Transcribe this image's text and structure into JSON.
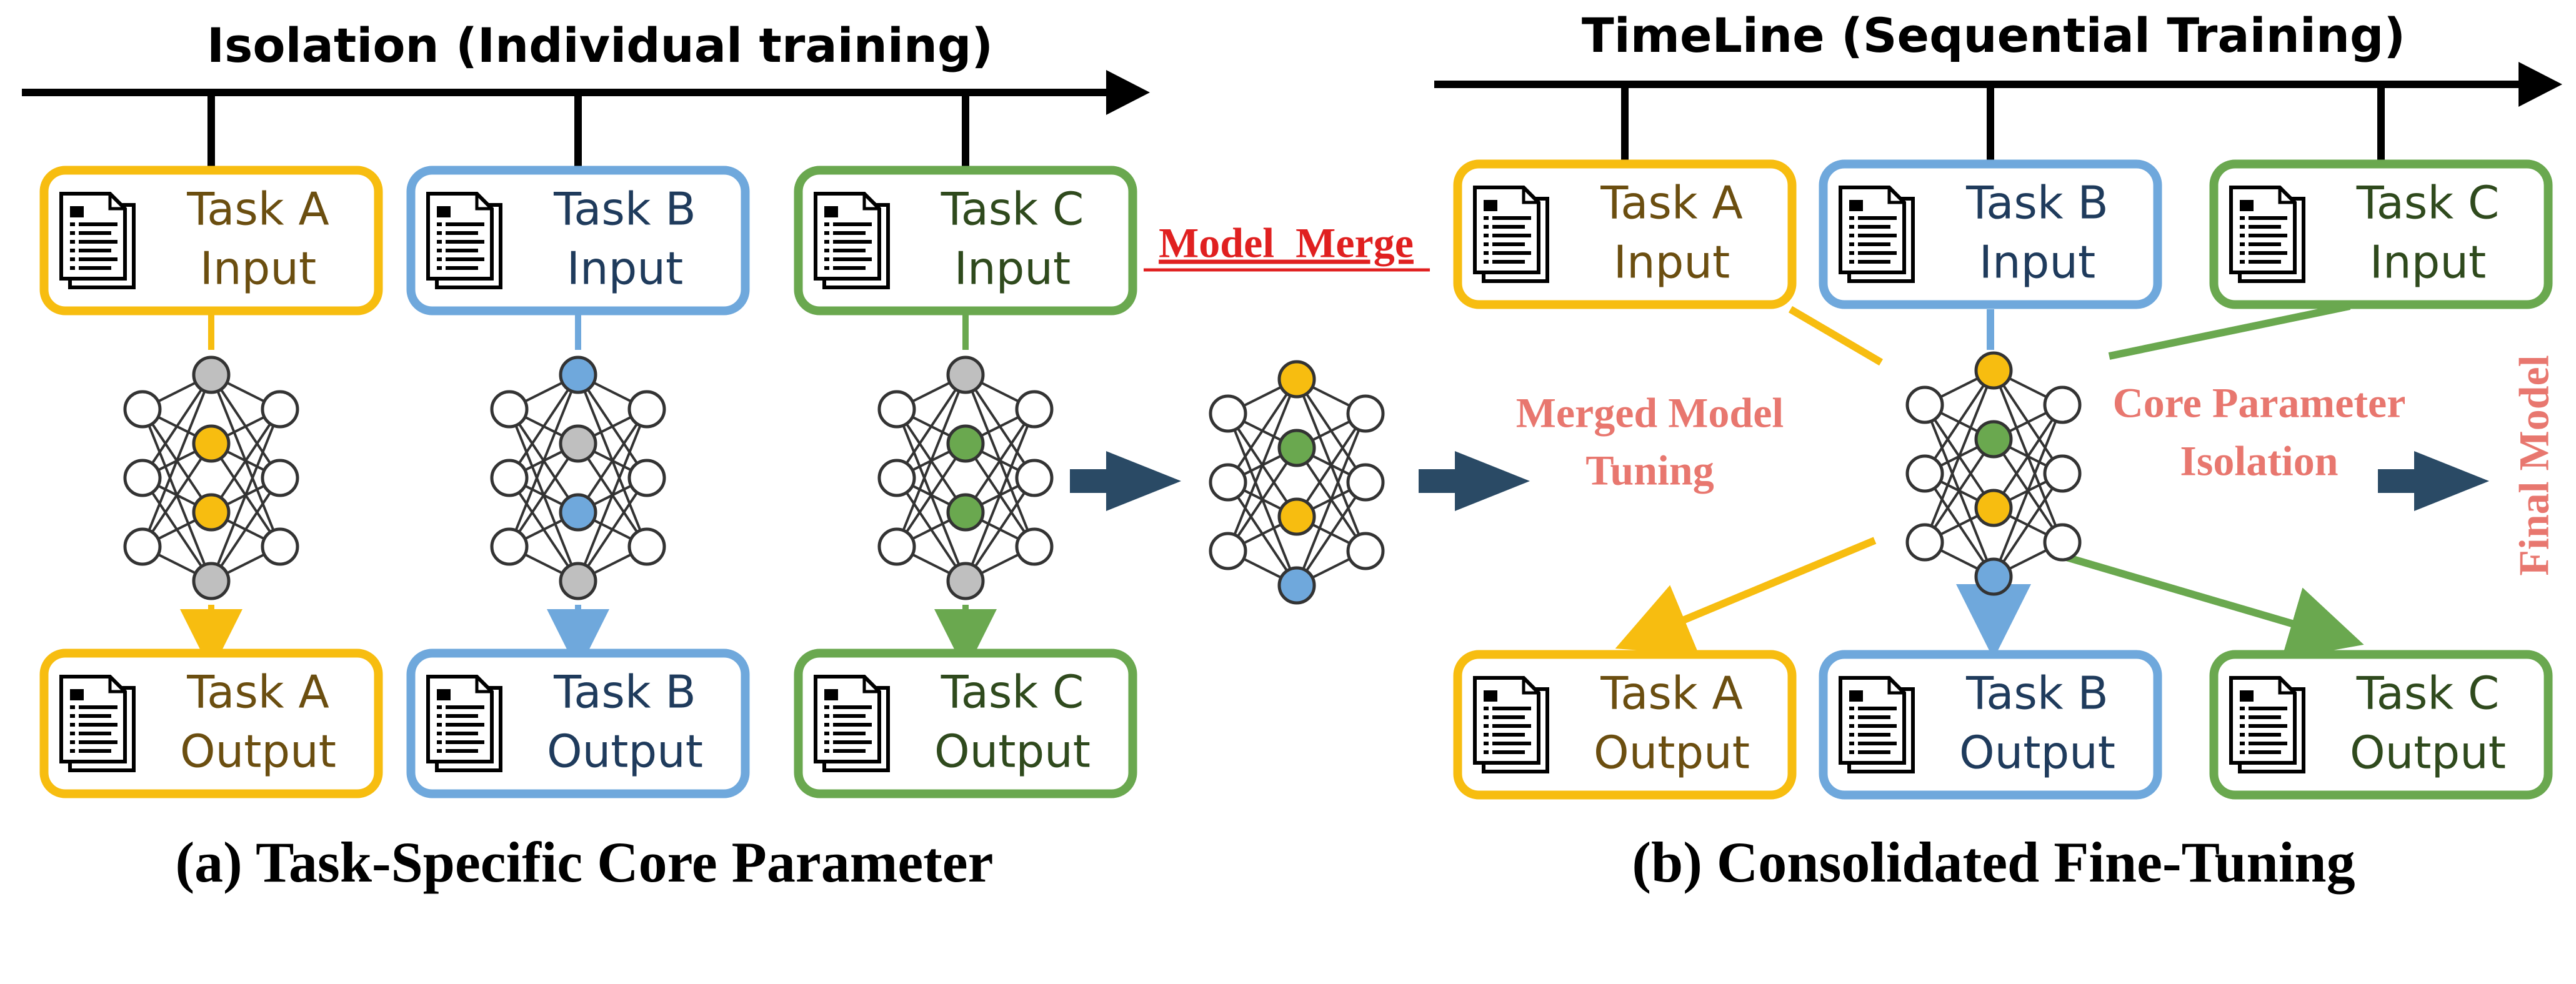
{
  "colors": {
    "yellow": "#f7bd10",
    "blue": "#6fa8dc",
    "green": "#6aa84f",
    "gray": "#bfbfbf",
    "navy": "#2a4a65",
    "yellow_text": "#6b4e10",
    "blue_text": "#1f3b5c",
    "green_text": "#2f4a1d",
    "salmon": "#e8776f",
    "red": "#e02020",
    "black": "#000000"
  },
  "left": {
    "timeline_title": "Isolation (Individual training)",
    "caption": "(a) Task-Specific Core Parameter",
    "tasks": [
      {
        "input_line1": "Task A",
        "input_line2": "Input",
        "output_line1": "Task A",
        "output_line2": "Output"
      },
      {
        "input_line1": "Task B",
        "input_line2": "Input",
        "output_line1": "Task B",
        "output_line2": "Output"
      },
      {
        "input_line1": "Task C",
        "input_line2": "Input",
        "output_line1": "Task C",
        "output_line2": "Output"
      }
    ]
  },
  "middle": {
    "model_merge_label": "Model  Merge"
  },
  "right": {
    "timeline_title": "TimeLine (Sequential Training)",
    "caption": "(b) Consolidated Fine-Tuning",
    "merged_tuning_line1": "Merged Model",
    "merged_tuning_line2": "Tuning",
    "core_isolation_line1": "Core Parameter",
    "core_isolation_line2": "Isolation",
    "final_model_label": "Final Model",
    "tasks": [
      {
        "input_line1": "Task A",
        "input_line2": "Input",
        "output_line1": "Task A",
        "output_line2": "Output"
      },
      {
        "input_line1": "Task B",
        "input_line2": "Input",
        "output_line1": "Task B",
        "output_line2": "Output"
      },
      {
        "input_line1": "Task C",
        "input_line2": "Input",
        "output_line1": "Task C",
        "output_line2": "Output"
      }
    ]
  }
}
